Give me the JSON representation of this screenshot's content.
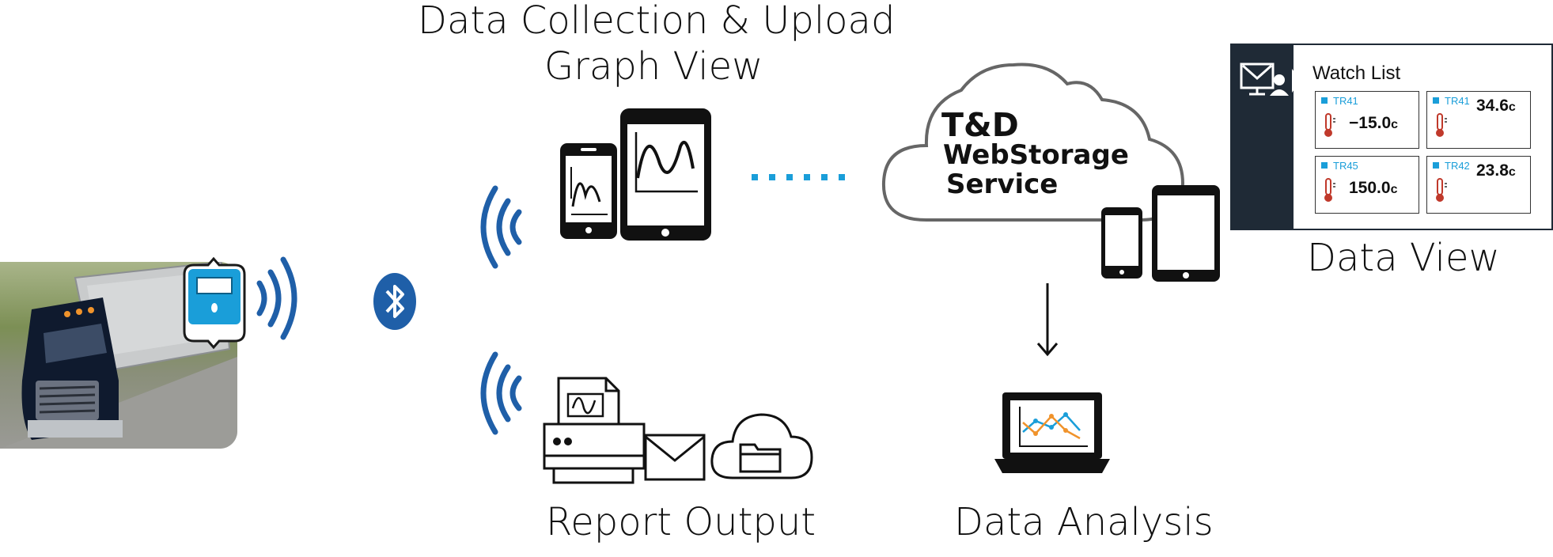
{
  "labels": {
    "data_collection": "Data Collection & Upload",
    "graph_view": "Graph View",
    "report_output": "Report Output",
    "data_analysis": "Data Analysis",
    "data_view": "Data View"
  },
  "cloud": {
    "line1": "T&D",
    "line2": "WebStorage",
    "line3": "Service"
  },
  "watch_list": {
    "title": "Watch List",
    "cards": [
      {
        "id": "TR41",
        "value": "−15.0",
        "unit": "c"
      },
      {
        "id": "TR41",
        "value": "34.6",
        "unit": "c"
      },
      {
        "id": "TR45",
        "value": "150.0",
        "unit": "c"
      },
      {
        "id": "TR42",
        "value": "23.8",
        "unit": "c"
      }
    ]
  },
  "colors": {
    "wave_blue": "#1f5fa8",
    "accent_blue": "#1a9ed9",
    "dark": "#111111",
    "panel_dark": "#1f2a36",
    "chart_orange": "#f0932b"
  },
  "icons": [
    "truck-photo",
    "data-logger-icon",
    "bluetooth-icon",
    "smartphone-icon",
    "tablet-icon",
    "printer-icon",
    "envelope-icon",
    "cloud-folder-icon",
    "cloud-icon",
    "laptop-chart-icon",
    "monitor-user-icon",
    "thermometer-icon"
  ]
}
